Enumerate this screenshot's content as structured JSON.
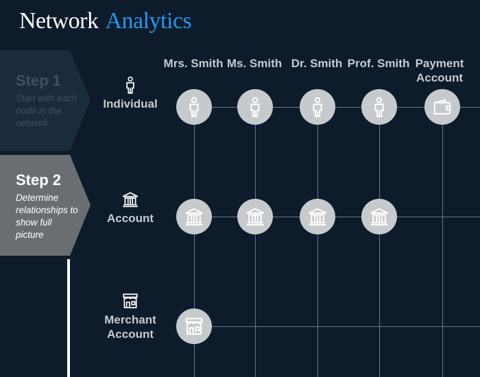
{
  "title": {
    "word1": "Network",
    "word2": "Analytics"
  },
  "steps": [
    {
      "heading": "Step 1",
      "description": "Start with each node in the network",
      "active": false
    },
    {
      "heading": "Step 2",
      "description": "Determine relationships to show full picture",
      "active": true
    }
  ],
  "columns": [
    "Mrs. Smith",
    "Ms. Smith",
    "Dr. Smith",
    "Prof. Smith",
    "Payment Account"
  ],
  "rows": [
    {
      "label": "Individual",
      "icon": "person-icon"
    },
    {
      "label": "Account",
      "icon": "bank-icon"
    },
    {
      "label": "Merchant Account",
      "icon": "store-icon"
    }
  ],
  "nodes": {
    "individual": [
      "person-icon",
      "person-icon",
      "person-icon",
      "person-icon",
      "wallet-icon"
    ],
    "account": [
      "bank-icon",
      "bank-icon",
      "bank-icon",
      "bank-icon"
    ],
    "merchant": [
      "store-icon"
    ]
  },
  "colors": {
    "background": "#0d1b2a",
    "accent": "#1f9bf0",
    "node": "#c7cacd",
    "line": "#6d7985",
    "step_active": "#6a6e73",
    "step_inactive": "#1a2b3b"
  }
}
